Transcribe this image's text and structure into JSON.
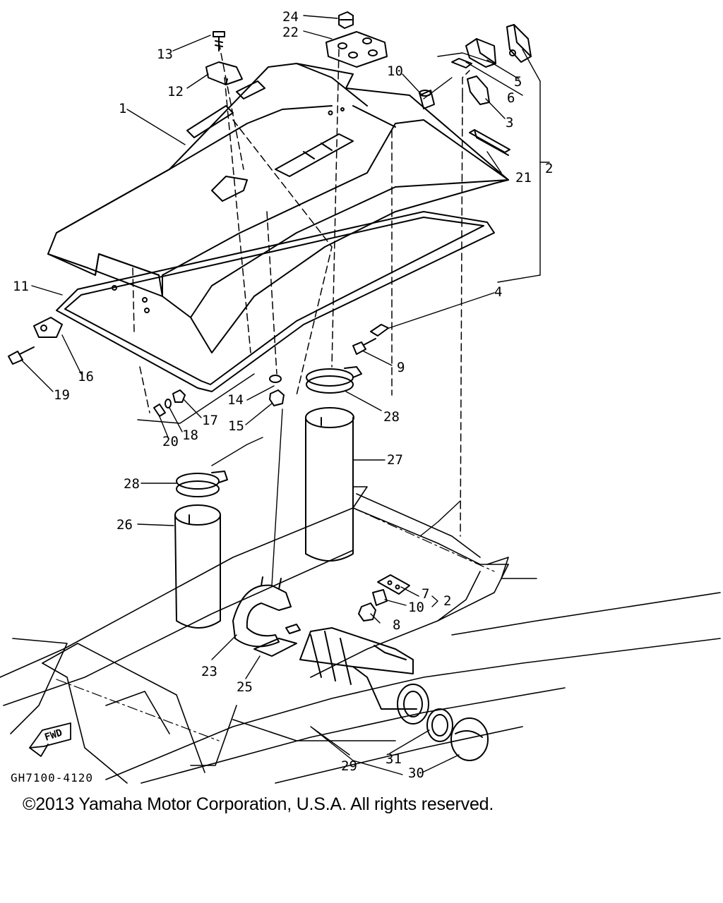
{
  "diagram": {
    "code": "GH7100-4120",
    "fwd_label": "FWD",
    "callouts": {
      "c1": "1",
      "c2a": "2",
      "c2b": "2",
      "c3": "3",
      "c4": "4",
      "c5": "5",
      "c6": "6",
      "c7": "7",
      "c8": "8",
      "c9": "9",
      "c10a": "10",
      "c10b": "10",
      "c11": "11",
      "c12": "12",
      "c13": "13",
      "c14": "14",
      "c15": "15",
      "c16": "16",
      "c17": "17",
      "c18": "18",
      "c19": "19",
      "c20": "20",
      "c21": "21",
      "c22": "22",
      "c23": "23",
      "c24": "24",
      "c25": "25",
      "c26": "26",
      "c27": "27",
      "c28a": "28",
      "c28b": "28",
      "c29": "29",
      "c30": "30",
      "c31": "31"
    }
  },
  "footer": {
    "copyright": "©2013 Yamaha Motor Corporation, U.S.A. All rights reserved."
  }
}
